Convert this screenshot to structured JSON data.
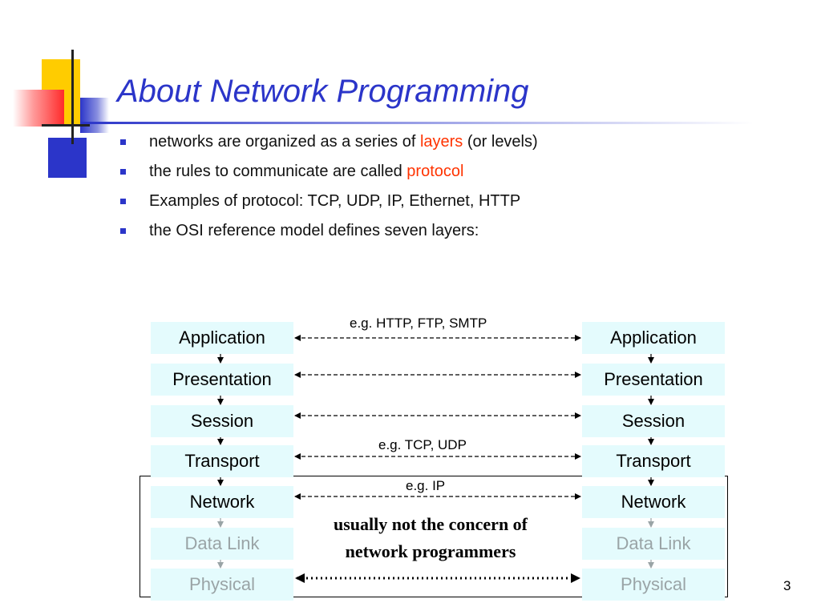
{
  "slide": {
    "title": "About Network Programming",
    "page_number": "3"
  },
  "bullets": [
    {
      "before": "networks are organized as a series of ",
      "highlight": "layers",
      "after": " (or levels)"
    },
    {
      "before": "the rules to communicate are called ",
      "highlight": "protocol",
      "after": ""
    },
    {
      "before": "Examples of protocol: TCP, UDP, IP, Ethernet, HTTP",
      "highlight": "",
      "after": ""
    },
    {
      "before": "the OSI reference model defines seven layers:",
      "highlight": "",
      "after": ""
    }
  ],
  "osi": {
    "layers": [
      "Application",
      "Presentation",
      "Session",
      "Transport",
      "Network",
      "Data Link",
      "Physical"
    ],
    "faded_layers": [
      "Data Link",
      "Physical"
    ],
    "protocol_examples": {
      "application": "e.g. HTTP, FTP, SMTP",
      "transport": "e.g. TCP, UDP",
      "network": "e.g. IP"
    },
    "concern_note_line1": "usually not the concern of",
    "concern_note_line2": "network programmers"
  },
  "colors": {
    "title": "#2b35c9",
    "highlight": "#ff3300",
    "layer_box": "#e4fbfd",
    "faded_text": "#9aa4a6"
  }
}
